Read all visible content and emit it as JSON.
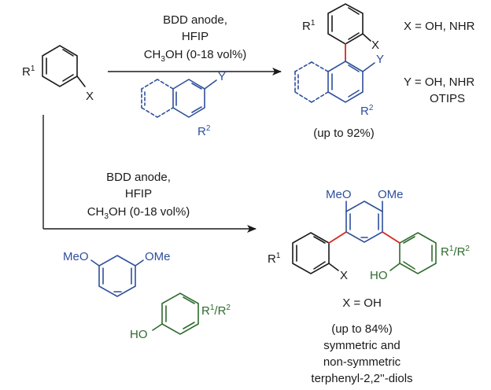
{
  "colors": {
    "black": "#1a1a1a",
    "blue": "#2e4f9c",
    "green": "#2e6b2e",
    "red": "#d12a1f"
  },
  "starting_material": {
    "r1": "R",
    "r1_sup": "1",
    "x": "X"
  },
  "top_reaction": {
    "conditions_line1": "BDD anode,",
    "conditions_line2": "HFIP",
    "conditions_line3_a": "CH",
    "conditions_line3_sub": "3",
    "conditions_line3_b": "OH (0-18 vol%)",
    "reagent_y": "Y",
    "reagent_r": "R",
    "reagent_r_sup": "2",
    "product_r1": "R",
    "product_r1_sup": "1",
    "product_x": "X",
    "product_y": "Y",
    "product_r2": "R",
    "product_r2_sup": "2",
    "x_def": "X = OH, NHR",
    "y_def_line1": "Y = OH, NHR",
    "y_def_line2": "OTIPS",
    "yield": "(up to 92%)"
  },
  "bottom_reaction": {
    "conditions_line1": "BDD anode,",
    "conditions_line2": "HFIP",
    "conditions_line3_a": "CH",
    "conditions_line3_sub": "3",
    "conditions_line3_b": "OH (0-18 vol%)",
    "reagent1_left": "MeO",
    "reagent1_right": "OMe",
    "reagent2_oh": "HO",
    "reagent2_r_a": "R",
    "reagent2_r_sup1": "1",
    "reagent2_r_b": "/R",
    "reagent2_r_sup2": "2",
    "product_meo": "MeO",
    "product_ome": "OMe",
    "product_r1": "R",
    "product_r1_sup": "1",
    "product_x": "X",
    "product_ho": "HO",
    "product_rr_a": "R",
    "product_rr_sup1": "1",
    "product_rr_b": "/R",
    "product_rr_sup2": "2",
    "x_def": "X = OH",
    "yield": "(up to 84%)",
    "desc_line1": "symmetric and",
    "desc_line2": "non-symmetric",
    "desc_line3": "terphenyl-2,2''-diols"
  }
}
